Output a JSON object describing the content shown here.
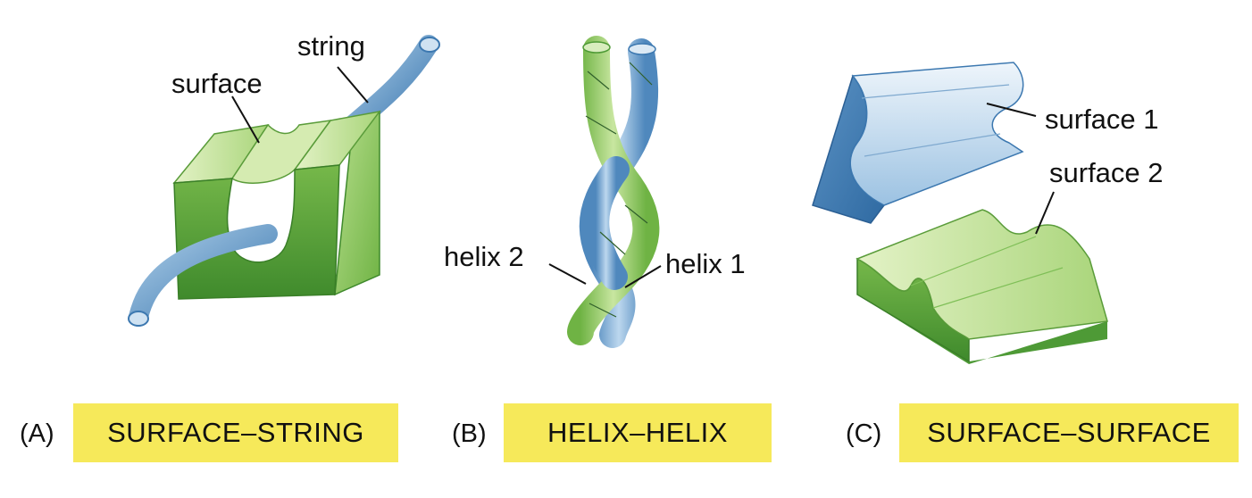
{
  "colors": {
    "green_light": "#c4e49a",
    "green_mid": "#8fc85e",
    "green_dark": "#4e9a36",
    "blue_light": "#dbe9f4",
    "blue_mid": "#8cb8dc",
    "blue_dark": "#3c78b0",
    "tag_yellow": "#f6e95a"
  },
  "panels": [
    {
      "letter": "(A)",
      "tag": "SURFACE–STRING",
      "labels": {
        "surface": "surface",
        "string": "string"
      }
    },
    {
      "letter": "(B)",
      "tag": "HELIX–HELIX",
      "labels": {
        "helix2": "helix 2",
        "helix1": "helix 1"
      }
    },
    {
      "letter": "(C)",
      "tag": "SURFACE–SURFACE",
      "labels": {
        "surface1": "surface 1",
        "surface2": "surface 2"
      }
    }
  ]
}
